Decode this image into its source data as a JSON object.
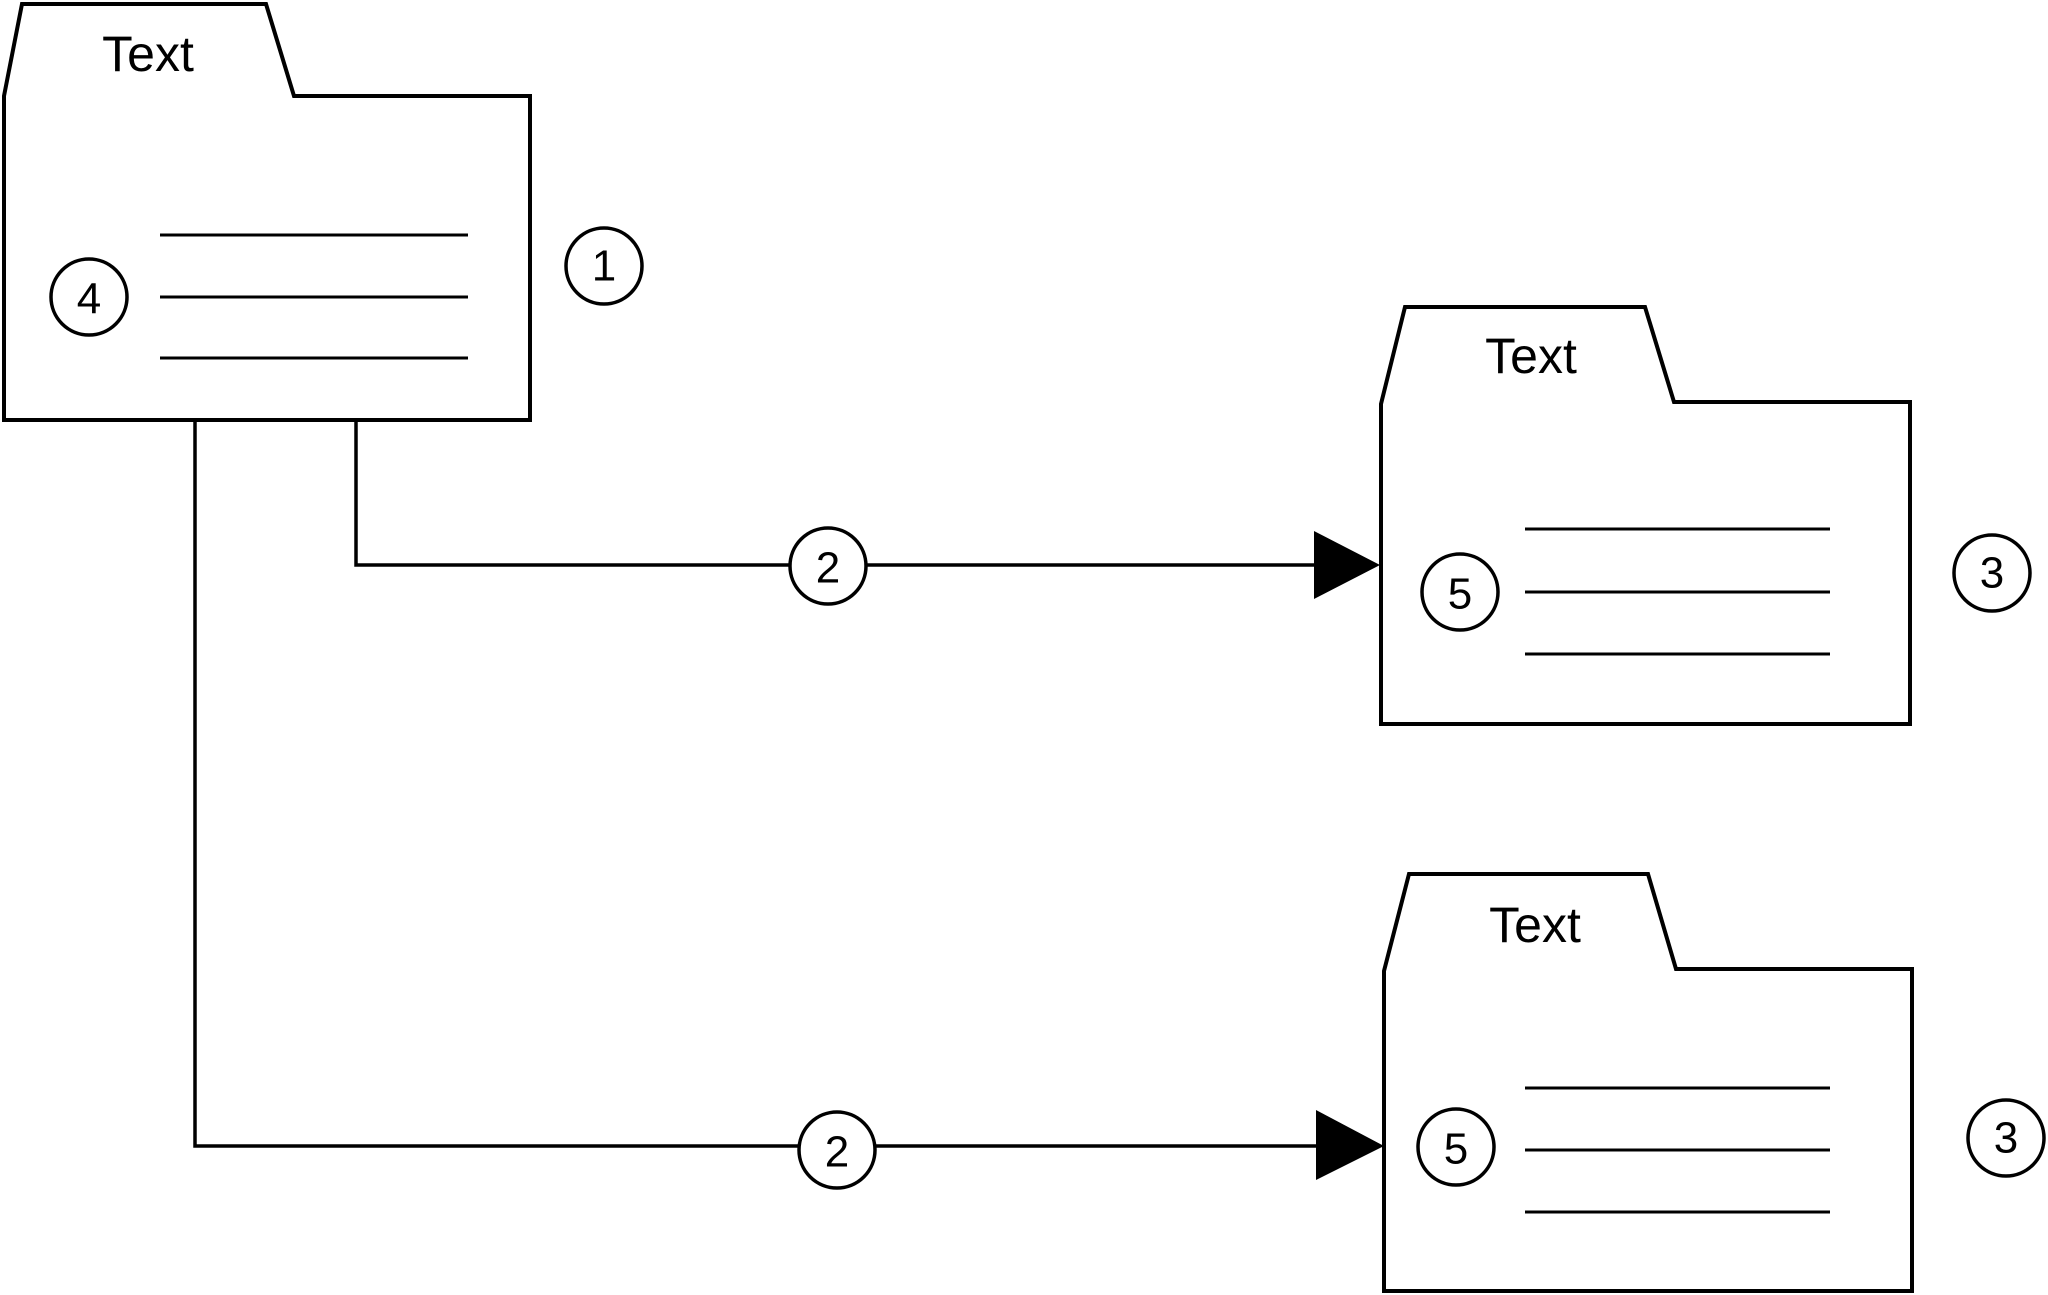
{
  "packages": {
    "source": {
      "title": "Text",
      "marker": "4"
    },
    "target_top": {
      "title": "Text",
      "marker": "5"
    },
    "target_bottom": {
      "title": "Text",
      "marker": "5"
    }
  },
  "callouts": {
    "source": "1",
    "target_top": "3",
    "target_bottom": "3"
  },
  "connections": {
    "top": {
      "marker": "2"
    },
    "bottom": {
      "marker": "2"
    }
  },
  "colors": {
    "stroke": "#000000",
    "background": "#ffffff"
  }
}
